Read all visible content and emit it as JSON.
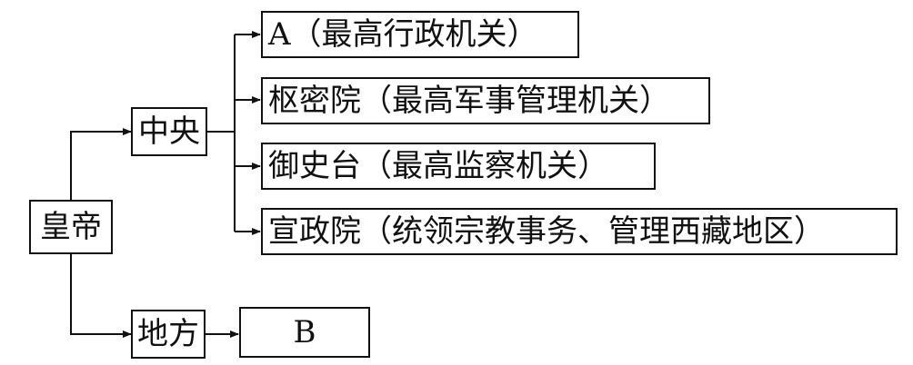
{
  "nodes": {
    "emperor": "皇帝",
    "central": "中央",
    "local": "地方",
    "a": "A（最高行政机关）",
    "shumiyuan": "枢密院（最高军事管理机关）",
    "yushitai": "御史台（最高监察机关）",
    "xuanzhengyuan": "宣政院（统领宗教事务、管理西藏地区）",
    "b": "B"
  }
}
